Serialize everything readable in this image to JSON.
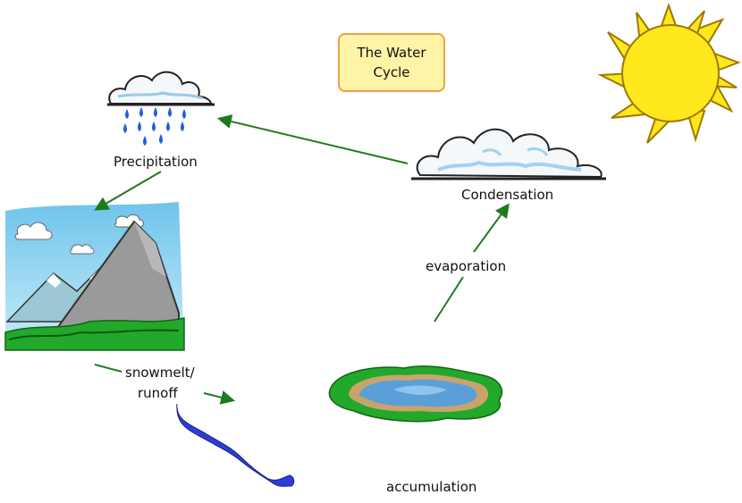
{
  "title": "The Water Cycle",
  "labels": {
    "precipitation": "Precipitation",
    "condensation": "Condensation",
    "evaporation": "evaporation",
    "snowmelt_line1": "snowmelt/",
    "snowmelt_line2": "runoff",
    "accumulation": "accumulation"
  },
  "colors": {
    "arrow": "#1f7a1f",
    "title_fill": "#fff3a8",
    "title_border": "#f0a040",
    "sun": "#ffe81c",
    "rain": "#1f5fe0",
    "water": "#5b9fd8",
    "river": "#2b3fd6"
  },
  "icons": [
    "sun-icon",
    "rain-cloud-icon",
    "cloud-icon",
    "mountain-icon",
    "lake-icon",
    "river-icon"
  ]
}
